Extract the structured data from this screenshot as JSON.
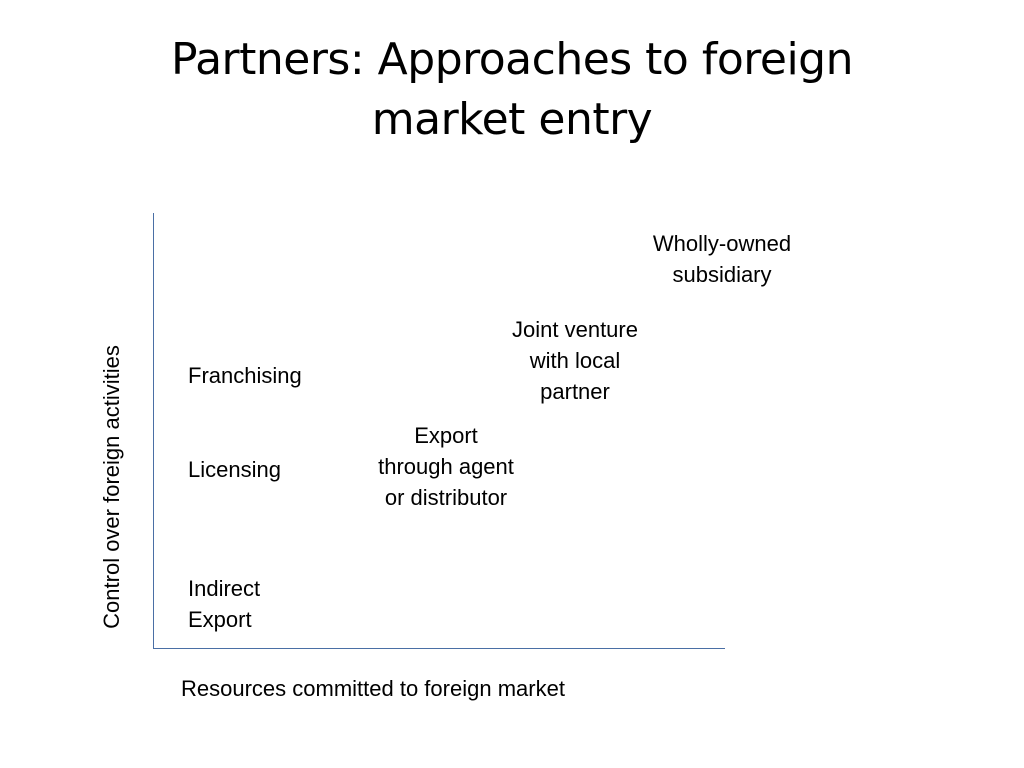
{
  "slide": {
    "title_lines": [
      "Partners: Approaches to foreign",
      "market entry"
    ]
  },
  "axes": {
    "x_label": "Resources committed to foreign market",
    "y_label": "Control over foreign activities"
  },
  "options": {
    "wholly_owned": [
      "Wholly-owned",
      "subsidiary"
    ],
    "joint_venture": [
      "Joint venture",
      "with local",
      "partner"
    ],
    "export_agent": [
      "Export",
      "through agent",
      "or distributor"
    ],
    "franchising": [
      "Franchising"
    ],
    "licensing": [
      "Licensing"
    ],
    "indirect_export": [
      "Indirect",
      "Export"
    ]
  },
  "colors": {
    "axis": "#4a6fa5",
    "text": "#000000",
    "background": "#ffffff"
  }
}
